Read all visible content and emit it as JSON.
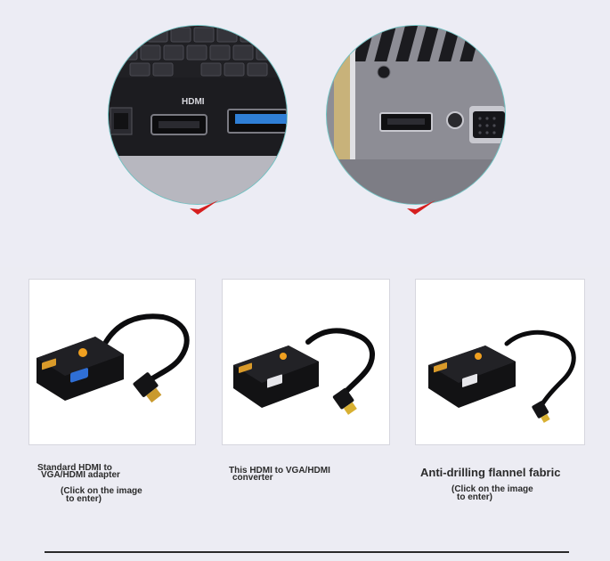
{
  "ports_section": {
    "hdmi_port_label": "HDMI",
    "check_color": "#d61f1f",
    "accent_color": "#6fc4c4"
  },
  "products": [
    {
      "caption_line1": "Standard HDMI to",
      "caption_line2": "VGA/HDMI adapter",
      "click_line1": "(Click on the image",
      "click_line2": "to enter)"
    },
    {
      "caption_line1": "This HDMI to VGA/HDMI",
      "caption_line2": "converter"
    },
    {
      "caption_line1": "Anti-drilling flannel fabric",
      "click_line1": "(Click on the image",
      "click_line2": "to enter)"
    }
  ]
}
